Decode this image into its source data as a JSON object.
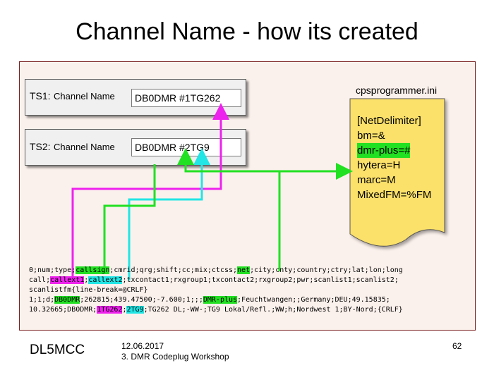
{
  "title": "Channel Name - how its created",
  "ts1": {
    "label": "TS1:",
    "field_label": "Channel Name",
    "value": "DB0DMR #1TG262"
  },
  "ts2": {
    "label": "TS2:",
    "field_label": "Channel Name",
    "value": "DB0DMR #2TG9"
  },
  "ini": {
    "filename": "cpsprogrammer.ini",
    "lines": [
      "[NetDelimiter]",
      "bm=&",
      "dmr-plus=#",
      "hytera=H",
      "marc=M",
      "MixedFM=%FM"
    ]
  },
  "code": {
    "l1a": "0;num;type;",
    "l1b": "callsign",
    "l1c": ";cmrid;qrg;shift;cc;mix;ctcss;",
    "l1d": "net",
    "l1e": ";city;cnty;country;ctry;lat;lon;long",
    "l2a": "call;",
    "l2b": "callext1",
    "l2c": ";",
    "l2d": "callext2",
    "l2e": ";txcontact1;rxgroup1;txcontact2;rxgroup2;pwr;scanlist1;scanlist2;",
    "l3": "scanlistfm{line-break=@CRLF}",
    "l4a": "1;1;d;",
    "l4b": "DB0DMR",
    "l4c": ";262815;439.47500;-7.600;1;;;",
    "l4d": "DMR-plus",
    "l4e": ";Feuchtwangen;;Germany;DEU;49.15835;",
    "l5a": "10.32665;DB0DMR;",
    "l5b": "1TG262",
    "l5c": ";",
    "l5d": "2TG9",
    "l5e": ";TG262 DL;-WW-;TG9 Lokal/Refl.;WW;h;Nordwest 1;BY-Nord;{CRLF}"
  },
  "footer": {
    "author": "DL5MCC",
    "date": "12.06.2017",
    "event": "3. DMR Codeplug Workshop",
    "page": "62"
  },
  "colors": {
    "green": "#22e022",
    "magenta": "#ee22ee",
    "cyan": "#22e5e5",
    "note": "#fbe06a",
    "panel": "#fbf1ec"
  }
}
